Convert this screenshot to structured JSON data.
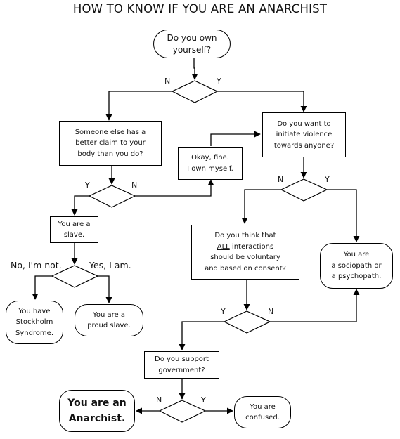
{
  "title": "HOW TO KNOW IF YOU ARE AN ANARCHIST",
  "nodes": {
    "start": [
      "Do you own",
      "yourself?"
    ],
    "claim": [
      "Someone else has a",
      "better claim to your",
      "body than you do?"
    ],
    "okay": [
      "Okay, fine.",
      "I own myself."
    ],
    "violence": [
      "Do you want to",
      "initiate violence",
      "towards anyone?"
    ],
    "slave": [
      "You are a",
      "slave."
    ],
    "consent_1": "Do you think that",
    "consent_all": "ALL",
    "consent_interactions": " interactions",
    "consent_3": "should be voluntary",
    "consent_4": "and based on consent?",
    "sociopath": [
      "You are",
      "a sociopath or",
      "a psychopath."
    ],
    "stockholm": [
      "You have",
      "Stockholm",
      "Syndrome."
    ],
    "proud": [
      "You are a",
      "proud slave."
    ],
    "government": [
      "Do you support",
      "government?"
    ],
    "anarchist": [
      "You are an",
      "Anarchist."
    ],
    "confused": [
      "You are",
      "confused."
    ]
  },
  "labels": {
    "n": "N",
    "y": "Y",
    "no_not": "No, I'm not.",
    "yes_am": "Yes, I am."
  }
}
